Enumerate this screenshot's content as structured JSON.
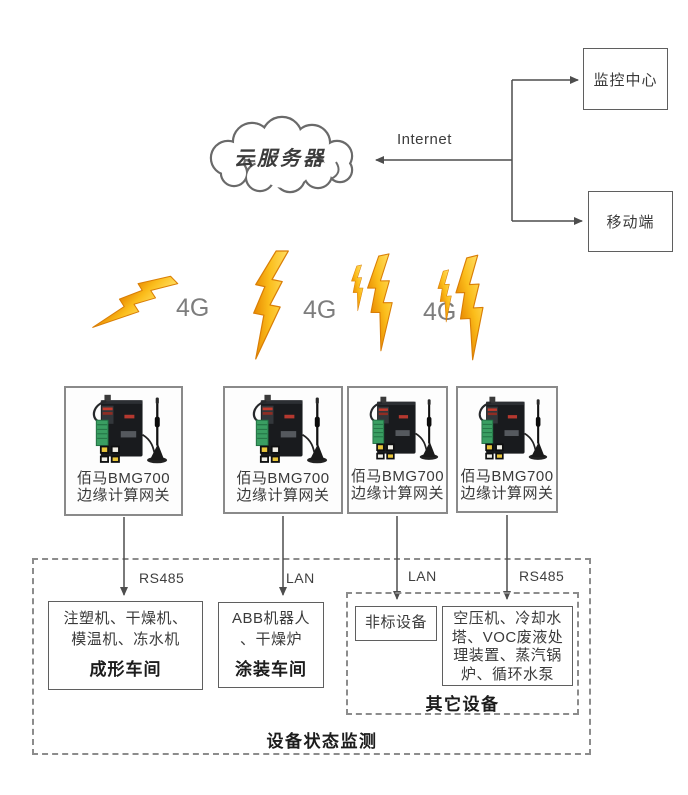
{
  "diagram": {
    "cloud_label": "云服务器",
    "internet_label": "Internet",
    "monitor_center_label": "监控中心",
    "mobile_label": "移动端",
    "wireless_labels": [
      "4G",
      "4G",
      "4G"
    ],
    "gateways": [
      {
        "line1": "佰马BMG700",
        "line2": "边缘计算网关"
      },
      {
        "line1": "佰马BMG700",
        "line2": "边缘计算网关"
      },
      {
        "line1": "佰马BMG700",
        "line2": "边缘计算网关"
      },
      {
        "line1": "佰马BMG700",
        "line2": "边缘计算网关"
      }
    ],
    "bus_labels": [
      "RS485",
      "LAN",
      "LAN",
      "RS485"
    ],
    "forming_workshop": {
      "lines": [
        "注塑机、干燥机、",
        "模温机、冻水机"
      ],
      "name": "成形车间"
    },
    "painting_workshop": {
      "lines": [
        "ABB机器人",
        "、干燥炉"
      ],
      "name": "涂装车间"
    },
    "other_equipment": {
      "nonstandard_label": "非标设备",
      "lines": [
        "空压机、冷却水",
        "塔、VOC废液处",
        "理装置、蒸汽锅",
        "炉、循环水泵"
      ],
      "name": "其它设备"
    },
    "monitoring_zone_label": "设备状态监测",
    "colors": {
      "connector_line": "#4d4d4d",
      "solid_border": "#5f5f5f",
      "dashed_border": "#8c8c8c",
      "bolt_orange": "#F09206",
      "bolt_yellow": "#FFD84D",
      "label_gray": "#7d7d7d",
      "text_dark": "#3a3a3a"
    }
  }
}
